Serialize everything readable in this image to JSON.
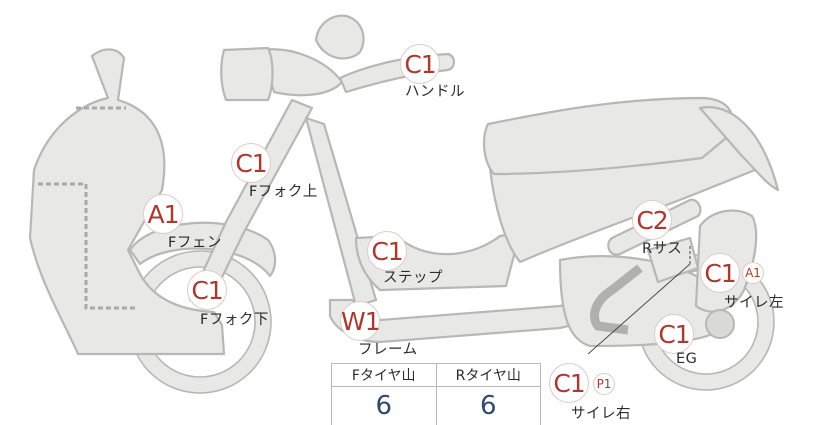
{
  "parts": [
    {
      "code": "C1",
      "label": "ハンドル"
    },
    {
      "code": "C1",
      "label": "Fフォク上"
    },
    {
      "code": "A1",
      "label": "Fフェン"
    },
    {
      "code": "C1",
      "label": "Fフォク下"
    },
    {
      "code": "C1",
      "label": "ステップ"
    },
    {
      "code": "W1",
      "label": "フレーム"
    },
    {
      "code": "C2",
      "label": "Rサス"
    },
    {
      "code": "C1",
      "sub": "A1",
      "label": "サイレ左"
    },
    {
      "code": "C1",
      "label": "EG"
    },
    {
      "code": "C1",
      "sub": "P1",
      "label": "サイレ右"
    }
  ],
  "tread": {
    "front_label": "Fタイヤ山",
    "rear_label": "Rタイヤ山",
    "front_value": "6",
    "rear_value": "6"
  },
  "colors": {
    "code": "#a83a30",
    "value": "#2f4a6e",
    "body": "#e8e8e6",
    "outline": "#b7b7b4"
  }
}
